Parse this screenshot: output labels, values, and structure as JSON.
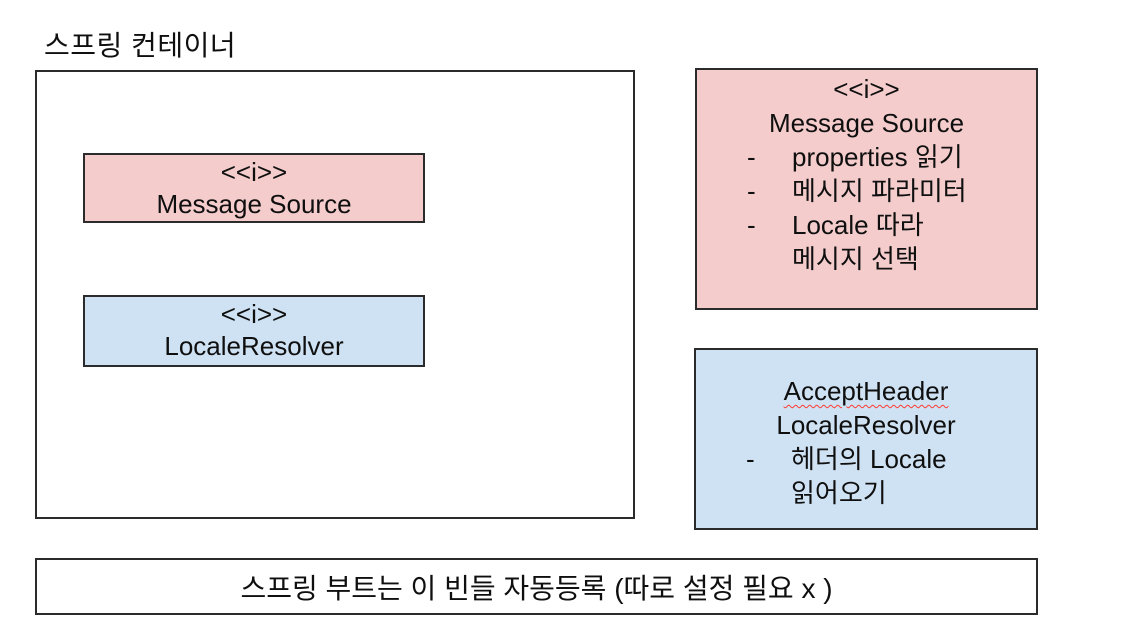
{
  "colors": {
    "pink": "#f4cccc",
    "blue": "#cfe2f3",
    "border": "#2b2b2b",
    "text": "#0f0f0f",
    "squiggle": "#ff3b30",
    "background": "#ffffff"
  },
  "container_title": "스프링 컨테이너",
  "spring_container": {
    "message_source_bean": {
      "stereotype": "<<i>>",
      "name": "Message Source"
    },
    "locale_resolver_bean": {
      "stereotype": "<<i>>",
      "name": "LocaleResolver"
    }
  },
  "message_source_note": {
    "stereotype": "<<i>>",
    "title": "Message Source",
    "bullets": [
      {
        "marker": "-",
        "text": "properties 읽기"
      },
      {
        "marker": "-",
        "text": "메시지 파라미터"
      },
      {
        "marker": "-",
        "text": "Locale 따라"
      }
    ],
    "continuation": "메시지 선택"
  },
  "accept_header_note": {
    "title_line1": "AcceptHeader",
    "title_line2": "LocaleResolver",
    "bullets": [
      {
        "marker": "-",
        "text": "헤더의 Locale"
      }
    ],
    "continuation": "읽어오기"
  },
  "footer_note": {
    "text": "스프링 부트는 이 빈들 자동등록 (따로 설정 필요 x )"
  }
}
